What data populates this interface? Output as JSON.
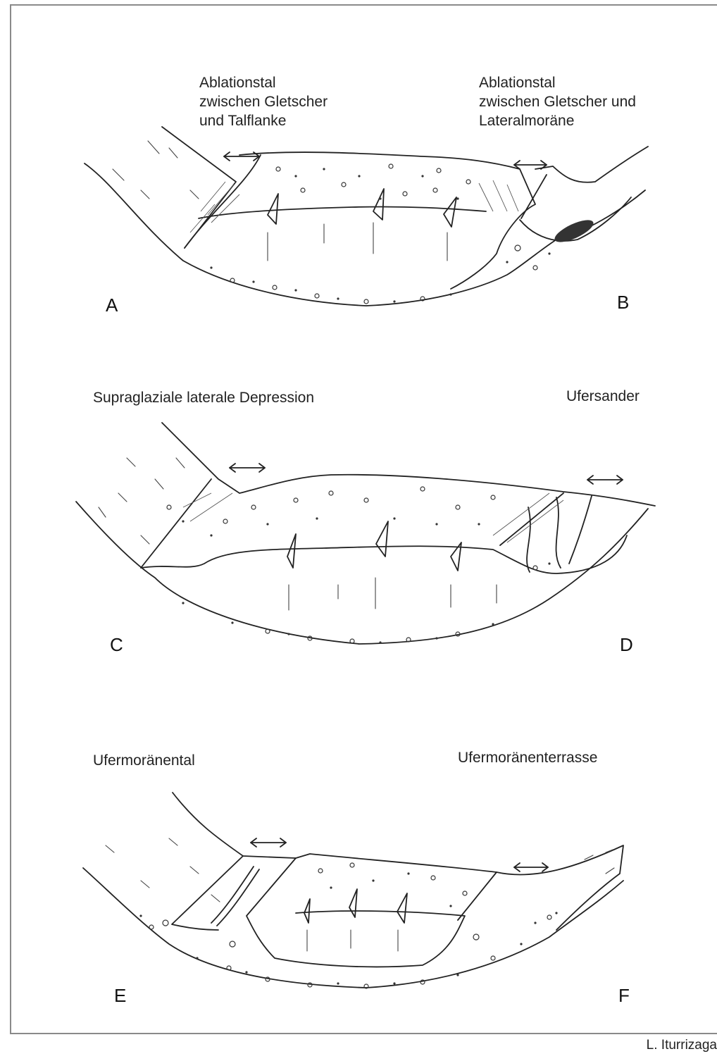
{
  "labels": {
    "a_label": "Ablationstal\nzwischen Gletscher\nund Talflanke",
    "b_label": "Ablationstal\nzwischen Gletscher und\nLateralmoräne",
    "c_label": "Supraglaziale laterale Depression",
    "d_label": "Ufersander",
    "e_label": "Ufermoränental",
    "f_label": "Ufermoränenterrasse"
  },
  "letters": {
    "a": "A",
    "b": "B",
    "c": "C",
    "d": "D",
    "e": "E",
    "f": "F"
  },
  "credit": "L. Iturrizaga"
}
